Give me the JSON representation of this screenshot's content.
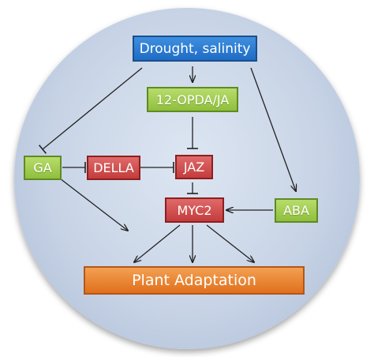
{
  "colors": {
    "trigger": "#2a7bd4",
    "regulator": "#9bc94a",
    "repressor": "#d04e4e",
    "outcome": "#ea8430",
    "edge": "#222222"
  },
  "nodes": {
    "drought": "Drought, salinity",
    "opda": "12-OPDA/JA",
    "ga": "GA",
    "della": "DELLA",
    "jaz": "JAZ",
    "myc2": "MYC2",
    "aba": "ABA",
    "adaptation": "Plant Adaptation"
  },
  "edges": [
    {
      "from": "drought",
      "to": "opda",
      "type": "activation"
    },
    {
      "from": "drought",
      "to": "ga",
      "type": "inhibition"
    },
    {
      "from": "drought",
      "to": "aba",
      "type": "activation"
    },
    {
      "from": "opda",
      "to": "jaz",
      "type": "inhibition"
    },
    {
      "from": "ga",
      "to": "della",
      "type": "inhibition"
    },
    {
      "from": "della",
      "to": "jaz",
      "type": "inhibition"
    },
    {
      "from": "jaz",
      "to": "myc2",
      "type": "inhibition"
    },
    {
      "from": "ga",
      "to": "adaptation",
      "type": "activation"
    },
    {
      "from": "aba",
      "to": "myc2",
      "type": "activation"
    },
    {
      "from": "myc2",
      "to": "adaptation",
      "type": "activation"
    },
    {
      "from": "myc2",
      "to": "adaptation",
      "type": "activation"
    },
    {
      "from": "myc2",
      "to": "adaptation",
      "type": "activation"
    }
  ]
}
